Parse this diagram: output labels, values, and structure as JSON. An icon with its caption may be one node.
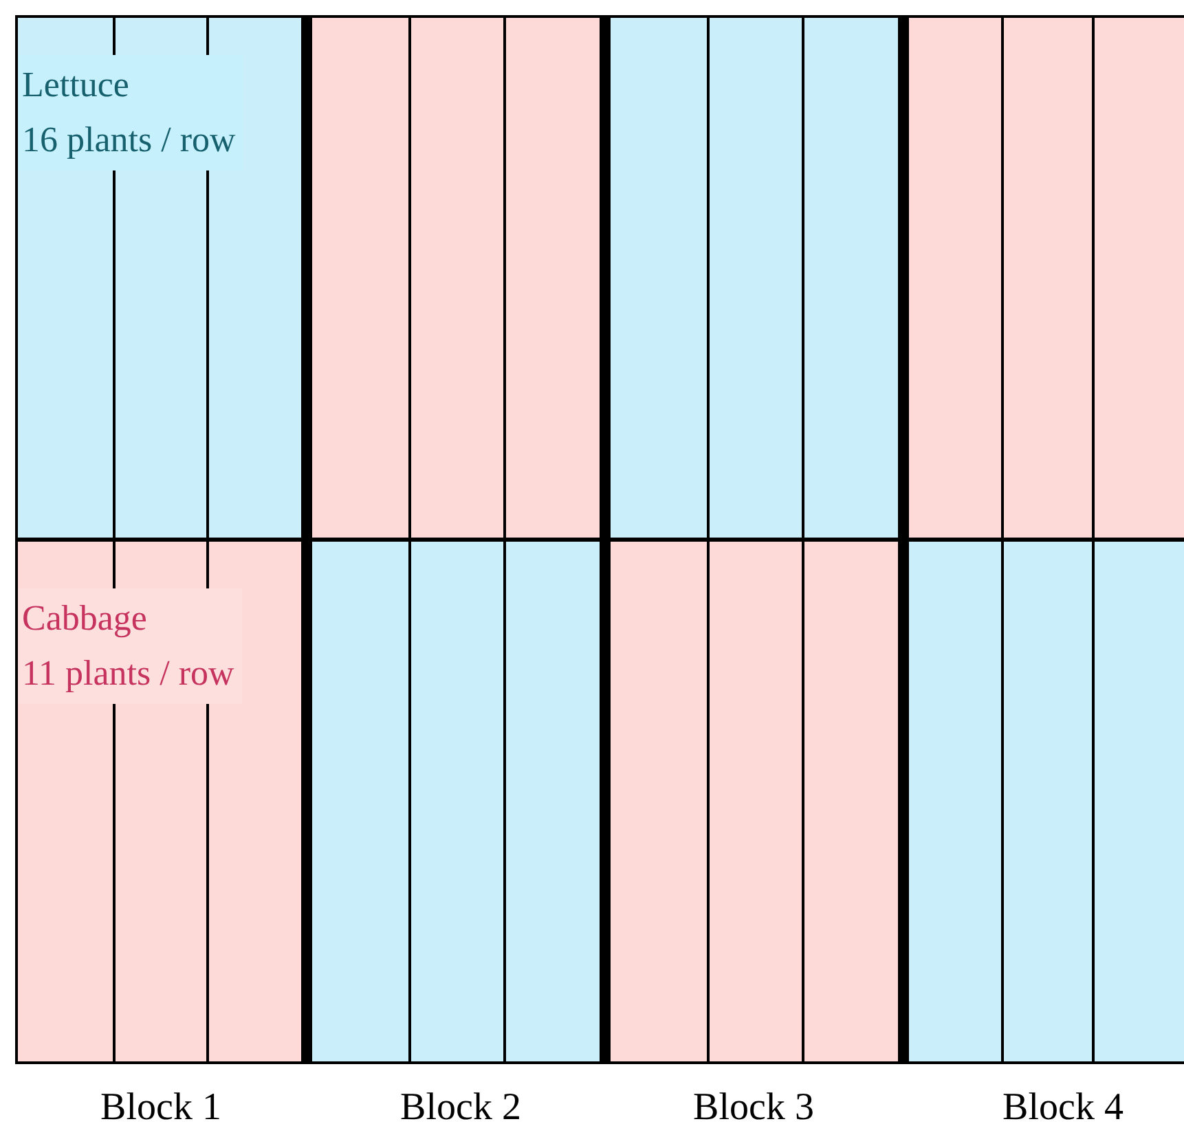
{
  "diagram": {
    "nodes": [
      {
        "text": [
          "Lettuce",
          "16 plants / row"
        ]
      },
      {
        "text": [],
        "shape": "box"
      },
      {
        "text": [],
        "shape": "box"
      },
      {
        "text": [],
        "shape": "box"
      },
      {
        "text": [
          "Cabbage",
          "11 plants / row"
        ]
      },
      {
        "text": [],
        "shape": "box"
      },
      {
        "text": [],
        "shape": "box"
      },
      {
        "text": [],
        "shape": "box"
      }
    ],
    "labels": [
      "Block 1",
      "Block 2",
      "Block 3",
      "Block 4"
    ]
  }
}
